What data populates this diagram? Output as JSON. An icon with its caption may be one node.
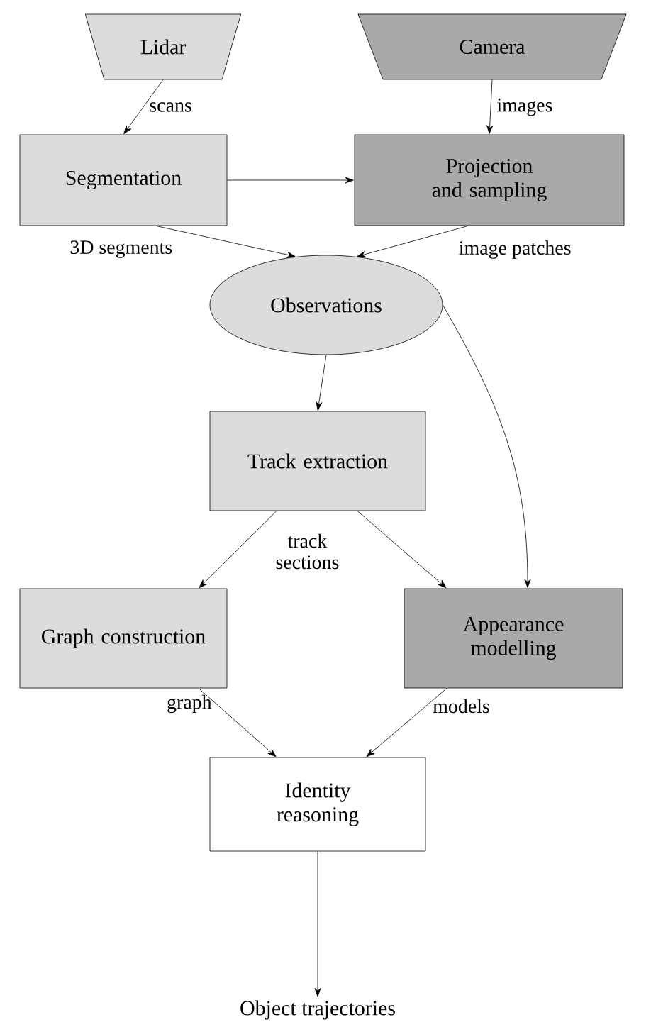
{
  "diagram": {
    "nodes": [
      {
        "text": [
          "Lidar"
        ]
      },
      {
        "text": [
          "Camera"
        ]
      },
      {
        "text": [
          "Segmentation"
        ]
      },
      {
        "text": [
          "Projection and sampling"
        ]
      },
      {
        "text": [
          "Observations"
        ]
      },
      {
        "text": [
          "Track extraction"
        ]
      },
      {
        "text": [
          "Graph construction"
        ]
      },
      {
        "text": [
          "Appearance modelling"
        ]
      },
      {
        "text": [
          "Identity reasoning"
        ]
      },
      {
        "text": [
          "Object trajectories"
        ]
      }
    ],
    "edges": [
      {
        "from": 0,
        "to": 2,
        "arrow": "to",
        "label": "scans"
      },
      {
        "from": 1,
        "to": 3,
        "arrow": "to",
        "label": "images"
      },
      {
        "from": 2,
        "to": 3,
        "arrow": "to"
      },
      {
        "from": 2,
        "to": 4,
        "arrow": "to",
        "label": "3D segments"
      },
      {
        "from": 3,
        "to": 4,
        "arrow": "to",
        "label": "image patches"
      },
      {
        "from": 4,
        "to": 5,
        "arrow": "to"
      },
      {
        "from": 4,
        "to": 7,
        "arrow": "to"
      },
      {
        "from": 5,
        "to": 6,
        "arrow": "to",
        "label": "track sections"
      },
      {
        "from": 5,
        "to": 7,
        "arrow": "to"
      },
      {
        "from": 6,
        "to": 8,
        "arrow": "to",
        "label": "graph"
      },
      {
        "from": 7,
        "to": 8,
        "arrow": "to",
        "label": "models"
      },
      {
        "from": 8,
        "to": 9,
        "arrow": "to"
      }
    ]
  }
}
